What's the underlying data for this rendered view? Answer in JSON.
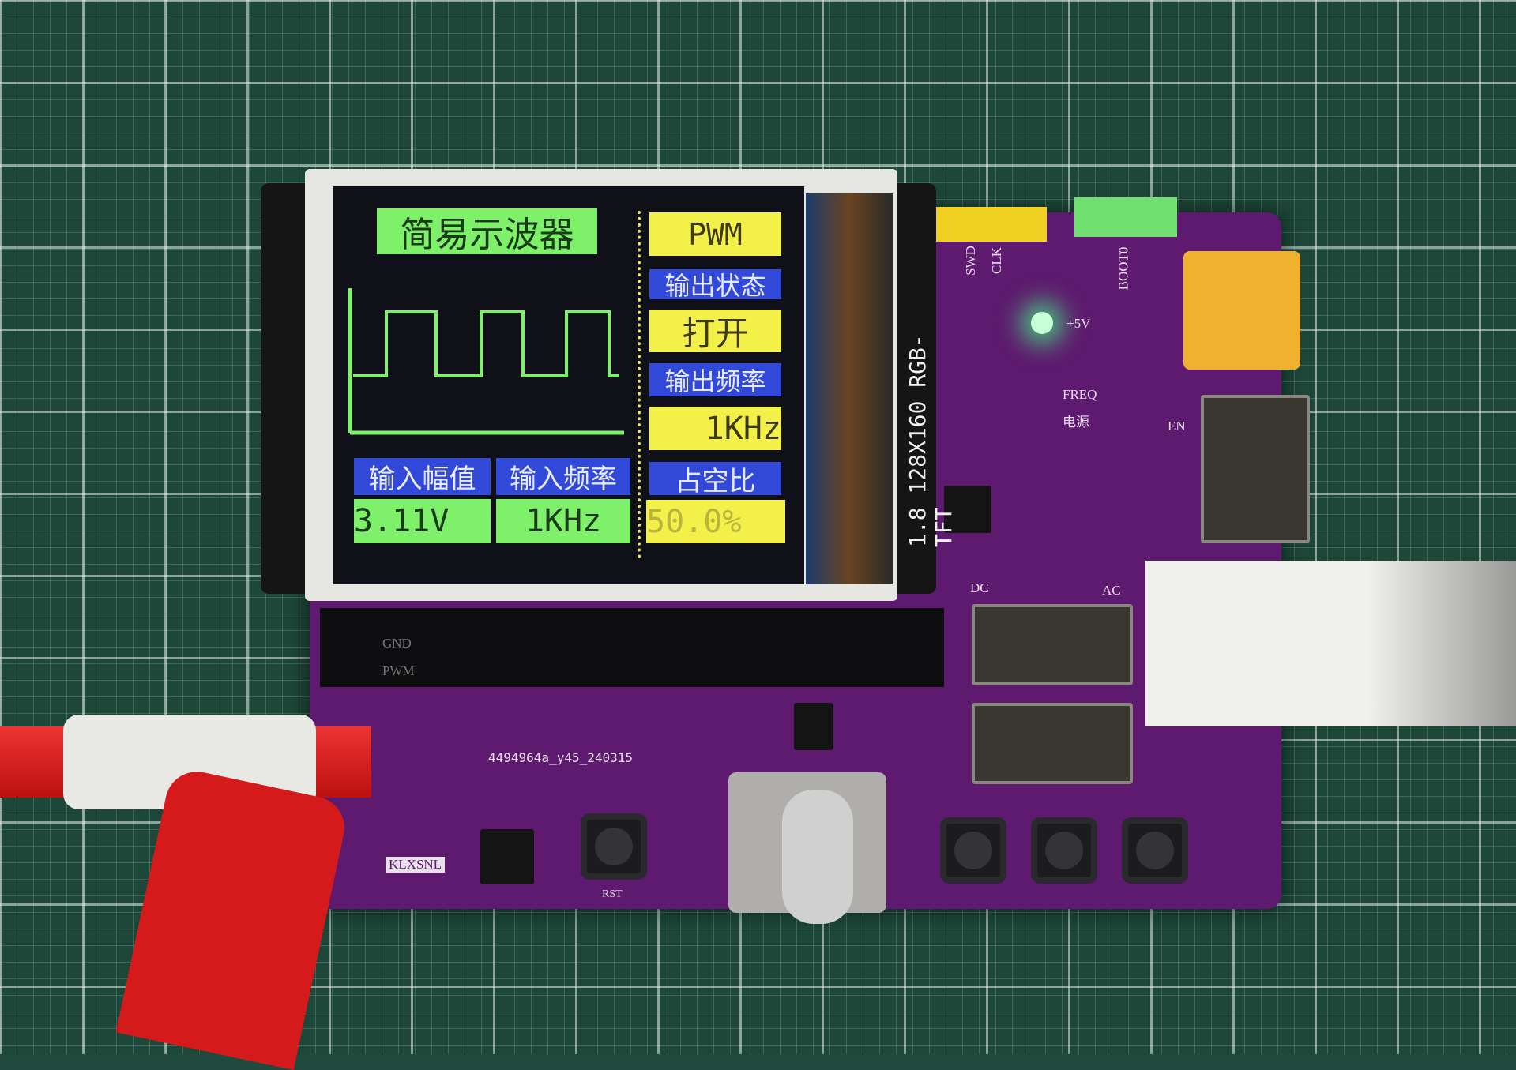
{
  "screen": {
    "title": "简易示波器",
    "mode": "PWM",
    "output_state_label": "输出状态",
    "output_state_value": "打开",
    "output_freq_label": "输出频率",
    "output_freq_value": "1KHz",
    "duty_label": "占空比",
    "duty_value": "50.0%",
    "input_amp_label": "输入幅值",
    "input_amp_value": "3.11V",
    "input_freq_label": "输入频率",
    "input_freq_value": "1KHz"
  },
  "silkscreen": {
    "tft_label": "1.8 128X160 RGB-TFT",
    "swd": "SWD",
    "clk": "CLK",
    "boot0": "BOOT0",
    "plus5v": "+5V",
    "freq": "FREQ",
    "power": "电源",
    "en": "EN",
    "dc": "DC",
    "ac": "AC",
    "gnd": "GND",
    "pwm": "PWM",
    "board_id": "4494964a_y45_240315",
    "brand": "KLXSNL",
    "rst": "RST"
  },
  "colors": {
    "pcb": "#5e1a6e",
    "screen_green": "#7ef06a",
    "screen_yellow": "#f4f04a",
    "screen_blue": "#3148d8",
    "led": "#40ff80"
  }
}
